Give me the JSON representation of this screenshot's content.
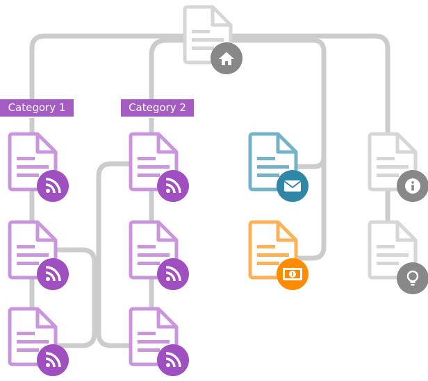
{
  "colors": {
    "connector": "#cccccc",
    "page_gray": "#d6d6d6",
    "badge_gray": "#888888",
    "category_purple": "#a45cc3",
    "page_purple": "#c996dd",
    "badge_purple": "#a04fc0",
    "page_blue": "#74b2c8",
    "badge_blue": "#2f86a6",
    "page_orange": "#fbb256",
    "badge_orange": "#ff8c00"
  },
  "categories": [
    {
      "label": "Category 1"
    },
    {
      "label": "Category 2"
    }
  ],
  "pages": [
    {
      "name": "home-page",
      "color": "gray",
      "badge_icon": "home-icon"
    },
    {
      "name": "category-1-page-1",
      "color": "purple",
      "badge_icon": "rss-icon"
    },
    {
      "name": "category-1-page-2",
      "color": "purple",
      "badge_icon": "rss-icon"
    },
    {
      "name": "category-1-page-3",
      "color": "purple",
      "badge_icon": "rss-icon"
    },
    {
      "name": "category-2-page-1",
      "color": "purple",
      "badge_icon": "rss-icon"
    },
    {
      "name": "category-2-page-2",
      "color": "purple",
      "badge_icon": "rss-icon"
    },
    {
      "name": "category-2-page-3",
      "color": "purple",
      "badge_icon": "rss-icon"
    },
    {
      "name": "contact-page",
      "color": "blue",
      "badge_icon": "envelope-icon"
    },
    {
      "name": "pricing-page",
      "color": "orange",
      "badge_icon": "money-icon"
    },
    {
      "name": "about-page",
      "color": "gray",
      "badge_icon": "info-icon"
    },
    {
      "name": "ideas-page",
      "color": "gray",
      "badge_icon": "lightbulb-icon"
    }
  ]
}
